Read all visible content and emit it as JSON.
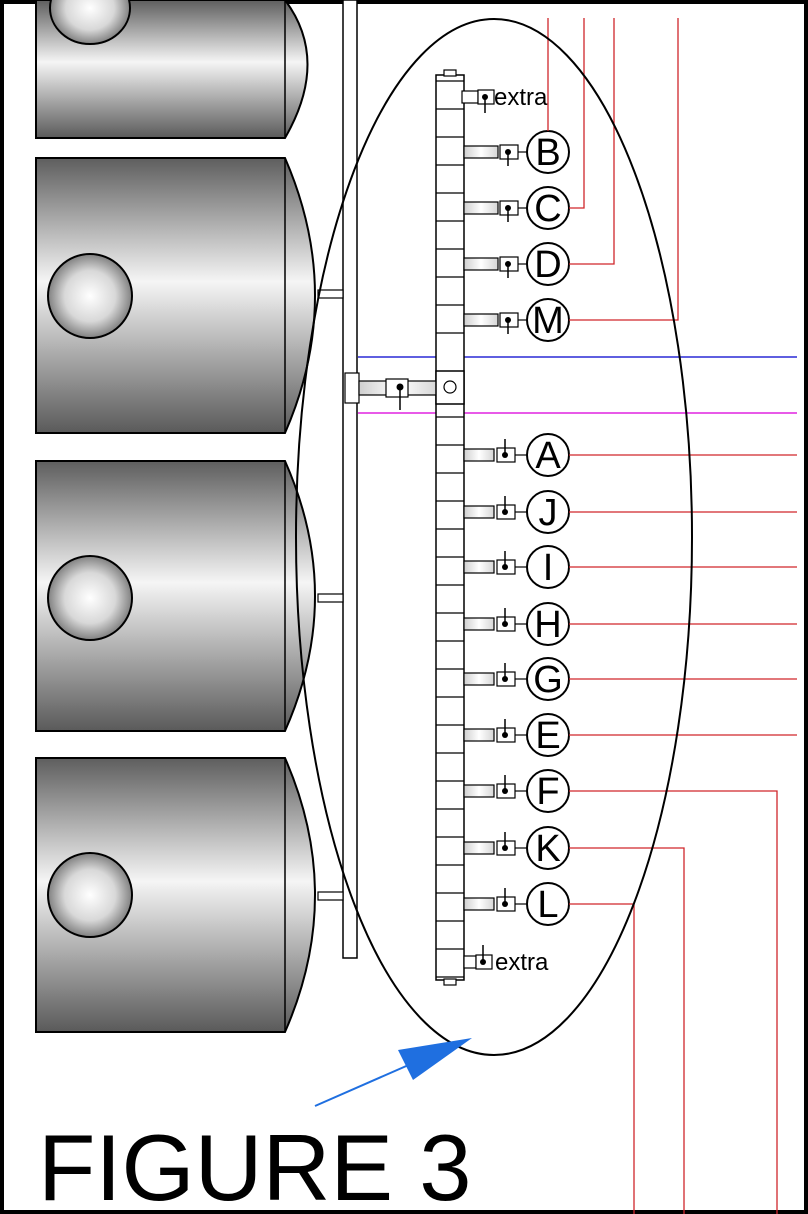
{
  "figure_label": "FIGURE 3",
  "top_outlet_label": "extra",
  "bottom_outlet_label": "extra",
  "upper_outlets": [
    "B",
    "C",
    "D",
    "M"
  ],
  "lower_outlets": [
    "A",
    "J",
    "I",
    "H",
    "G",
    "E",
    "F",
    "K",
    "L"
  ],
  "colors": {
    "red_line": "#d0262b",
    "blue_line": "#2a2ad6",
    "magenta_line": "#e024e0",
    "arrow": "#1f6fe0",
    "tank_dark": "#6e6e6e",
    "tank_light": "#f4f4f4"
  }
}
